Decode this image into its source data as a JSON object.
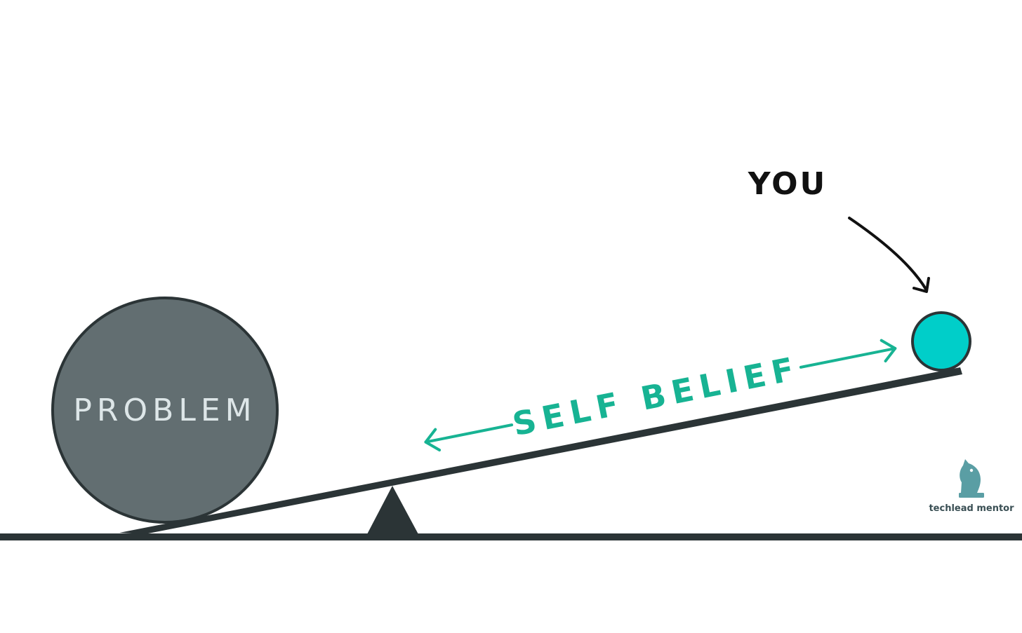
{
  "diagram": {
    "problem_label": "PROBLEM",
    "you_label": "YOU",
    "belief_label": "SELF BELIEF",
    "brand_name": "techlead mentor",
    "icons": {
      "brand": "chess-knight-icon",
      "pointer": "curved-arrow-icon",
      "belief_arrow": "double-headed-arrow-icon"
    },
    "colors": {
      "background": "#ffffff",
      "ground": "#2b3436",
      "problem_fill": "#626e71",
      "problem_text": "#dde6e8",
      "you_fill": "#00cec9",
      "accent": "#17b393",
      "you_text": "#111111",
      "brand": "#5a9ea4",
      "brand_text": "#3a4f54"
    }
  }
}
